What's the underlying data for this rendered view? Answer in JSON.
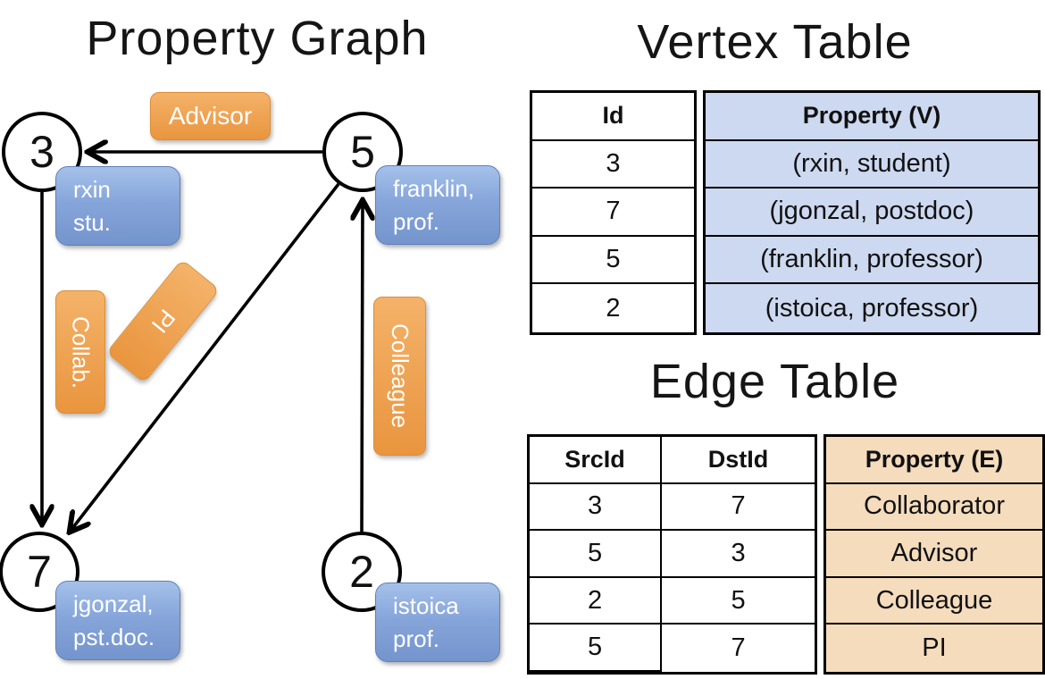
{
  "graph": {
    "title": "Property Graph",
    "nodes": [
      {
        "id": "3",
        "line1": "rxin",
        "line2": "stu."
      },
      {
        "id": "5",
        "line1": "franklin,",
        "line2": "prof."
      },
      {
        "id": "7",
        "line1": "jgonzal,",
        "line2": "pst.doc."
      },
      {
        "id": "2",
        "line1": "istoica",
        "line2": "prof."
      }
    ],
    "edges": [
      {
        "src": "5",
        "dst": "3",
        "label": "Advisor"
      },
      {
        "src": "3",
        "dst": "7",
        "label": "Collab."
      },
      {
        "src": "5",
        "dst": "7",
        "label": "PI"
      },
      {
        "src": "2",
        "dst": "5",
        "label": "Colleague"
      }
    ]
  },
  "vertex_table": {
    "title": "Vertex Table",
    "columns": {
      "id": "Id",
      "property": "Property (V)"
    },
    "rows": [
      {
        "id": "3",
        "property": "(rxin, student)"
      },
      {
        "id": "7",
        "property": "(jgonzal, postdoc)"
      },
      {
        "id": "5",
        "property": "(franklin, professor)"
      },
      {
        "id": "2",
        "property": "(istoica, professor)"
      }
    ]
  },
  "edge_table": {
    "title": "Edge Table",
    "columns": {
      "src": "SrcId",
      "dst": "DstId",
      "property": "Property (E)"
    },
    "rows": [
      {
        "src": "3",
        "dst": "7",
        "property": "Collaborator"
      },
      {
        "src": "5",
        "dst": "3",
        "property": "Advisor"
      },
      {
        "src": "2",
        "dst": "5",
        "property": "Colleague"
      },
      {
        "src": "5",
        "dst": "7",
        "property": "PI"
      }
    ]
  },
  "colors": {
    "node_box_top": "#a5c1ea",
    "node_box_bottom": "#7494cd",
    "edge_label_top": "#f4b269",
    "edge_label_bottom": "#e9953e",
    "vertex_property_bg": "#cdd9f0",
    "edge_property_bg": "#f4dcbd",
    "line": "#000000",
    "background": "#ffffff"
  }
}
